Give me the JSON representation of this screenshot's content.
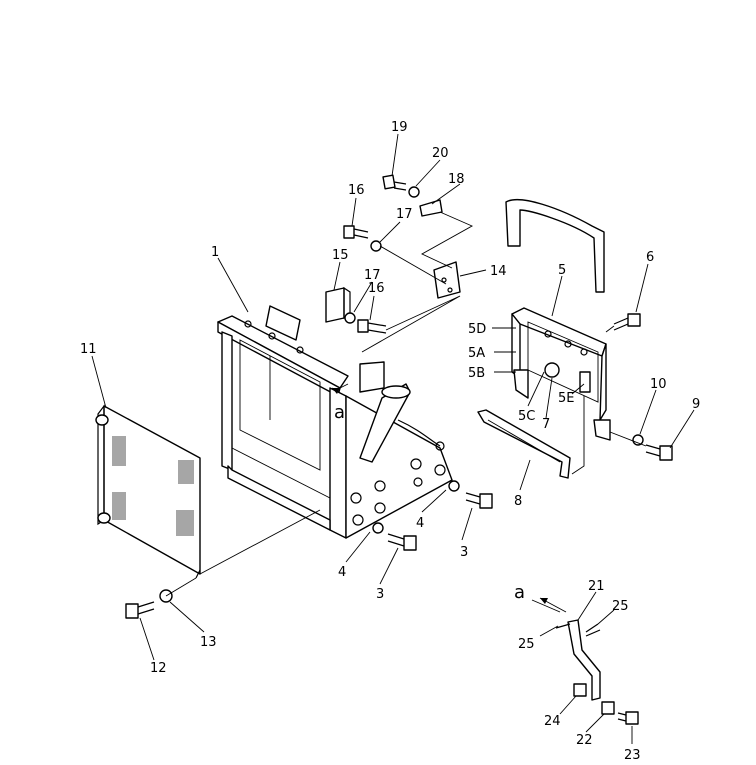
{
  "callouts": {
    "p1": "1",
    "p3a": "3",
    "p3b": "3",
    "p4a": "4",
    "p4b": "4",
    "p5": "5",
    "p5a": "5A",
    "p5b": "5B",
    "p5c": "5C",
    "p5d": "5D",
    "p5e": "5E",
    "p6": "6",
    "p7": "7",
    "p8": "8",
    "p9": "9",
    "p10": "10",
    "p11": "11",
    "p12": "12",
    "p13": "13",
    "p14": "14",
    "p15": "15",
    "p16a": "16",
    "p16b": "16",
    "p17a": "17",
    "p17b": "17",
    "p18": "18",
    "p19": "19",
    "p20": "20",
    "p21": "21",
    "p22": "22",
    "p23": "23",
    "p24": "24",
    "p25a": "25",
    "p25b": "25"
  },
  "view_marks": {
    "a_main": "a",
    "a_detail": "a"
  }
}
